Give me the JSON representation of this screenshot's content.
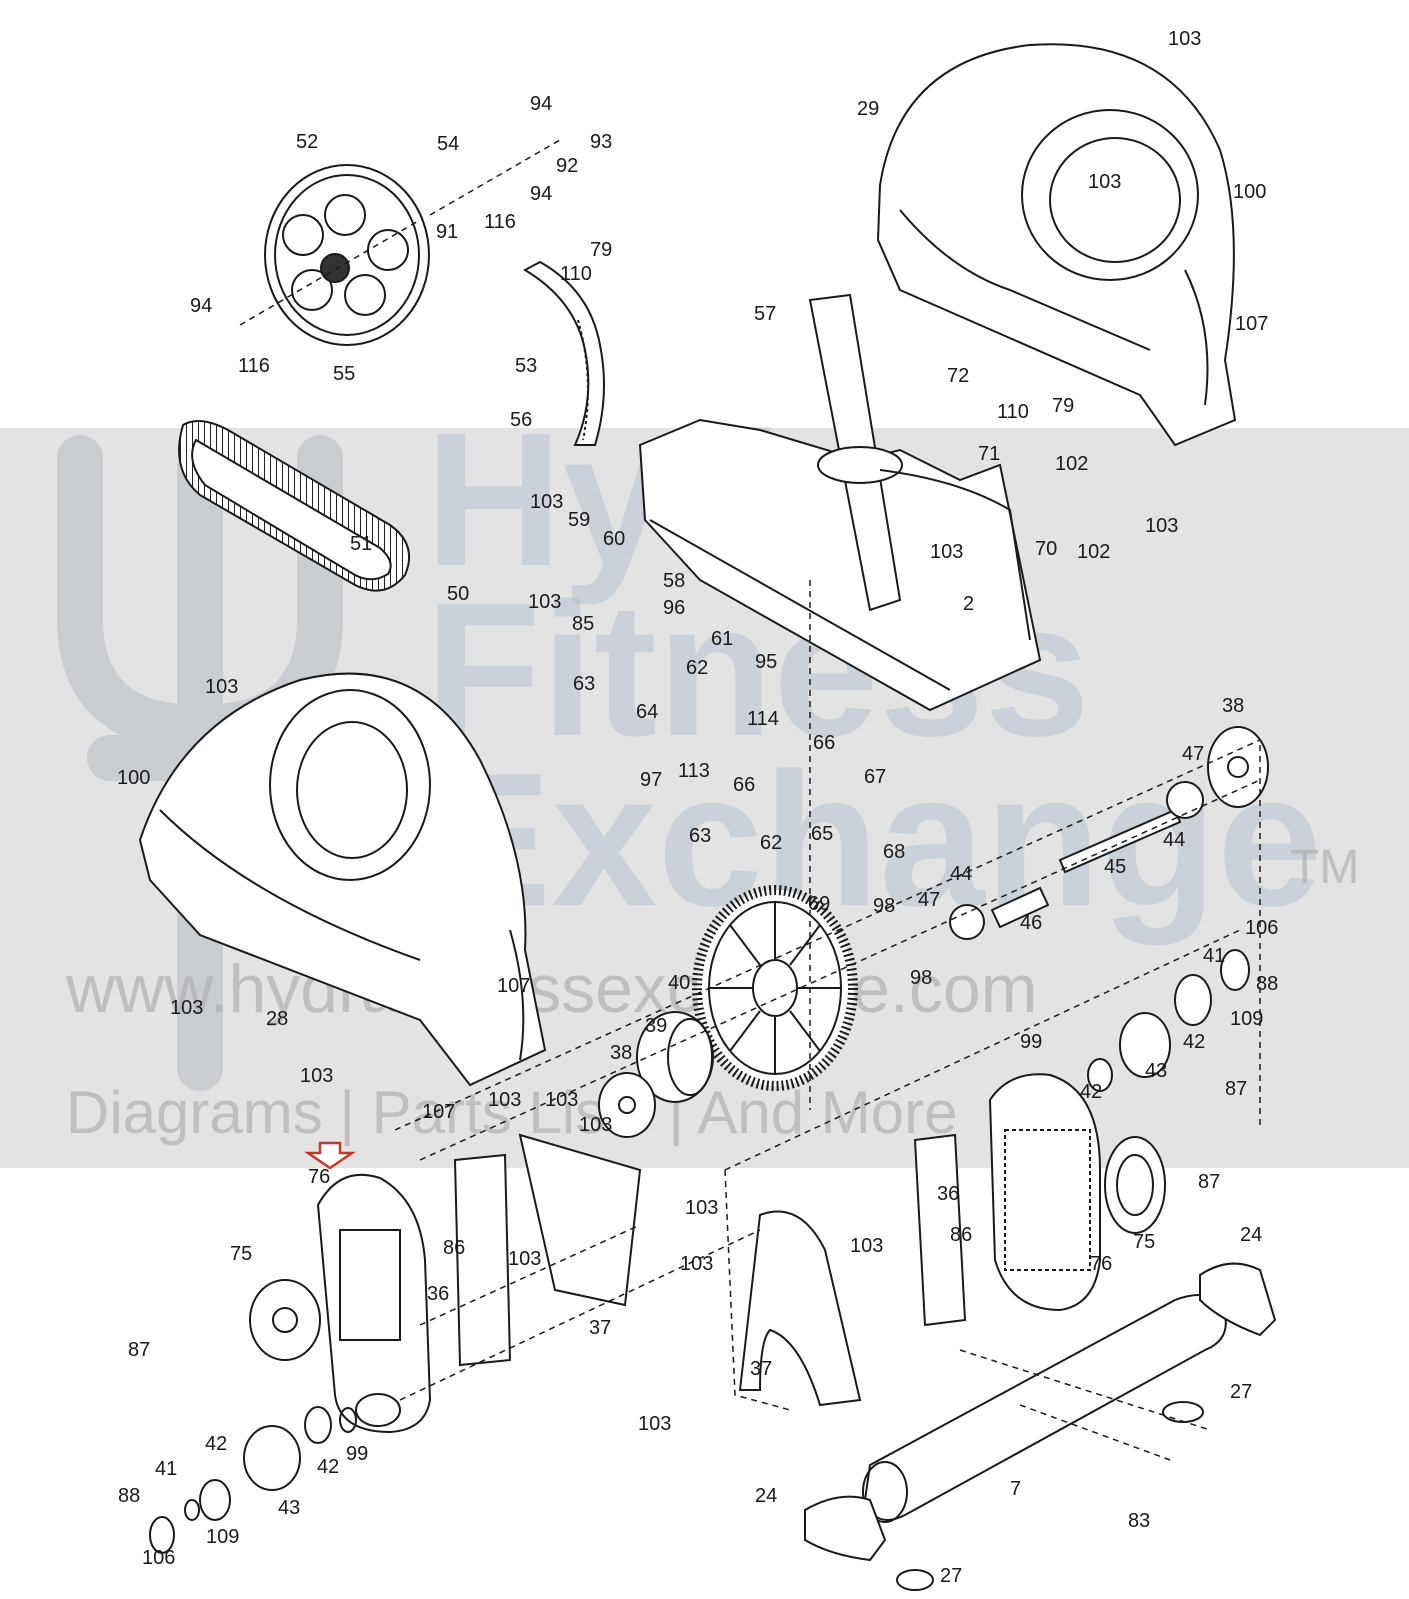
{
  "watermark": {
    "brand_line1": "Hydra",
    "brand_line2": "Fitness",
    "brand_line3": "Exchange",
    "trademark": "TM",
    "url": "www.hydrafitnessexchange.com",
    "tagline": "Diagrams | Parts Lists | And More"
  },
  "callout": {
    "target_part": "76",
    "arrow_color": "#c0392b"
  },
  "part_labels": [
    "103",
    "29",
    "103",
    "100",
    "107",
    "72",
    "110",
    "79",
    "71",
    "102",
    "102",
    "103",
    "70",
    "57",
    "2",
    "103",
    "52",
    "54",
    "94",
    "93",
    "92",
    "94",
    "91",
    "116",
    "79",
    "110",
    "94",
    "116",
    "55",
    "53",
    "56",
    "51",
    "103",
    "59",
    "60",
    "58",
    "50",
    "103",
    "85",
    "96",
    "61",
    "62",
    "63",
    "64",
    "95",
    "114",
    "97",
    "113",
    "66",
    "67",
    "66",
    "62",
    "63",
    "65",
    "68",
    "69",
    "38",
    "47",
    "44",
    "45",
    "44",
    "47",
    "46",
    "98",
    "98",
    "40",
    "39",
    "38",
    "106",
    "41",
    "88",
    "42",
    "109",
    "99",
    "42",
    "43",
    "87",
    "87",
    "103",
    "100",
    "107",
    "103",
    "28",
    "103",
    "107",
    "103",
    "103",
    "103",
    "76",
    "75",
    "87",
    "86",
    "36",
    "103",
    "37",
    "103",
    "36",
    "103",
    "103",
    "86",
    "76",
    "75",
    "37",
    "24",
    "27",
    "7",
    "83",
    "103",
    "24",
    "27",
    "42",
    "42",
    "43",
    "99",
    "88",
    "41",
    "109",
    "106"
  ]
}
